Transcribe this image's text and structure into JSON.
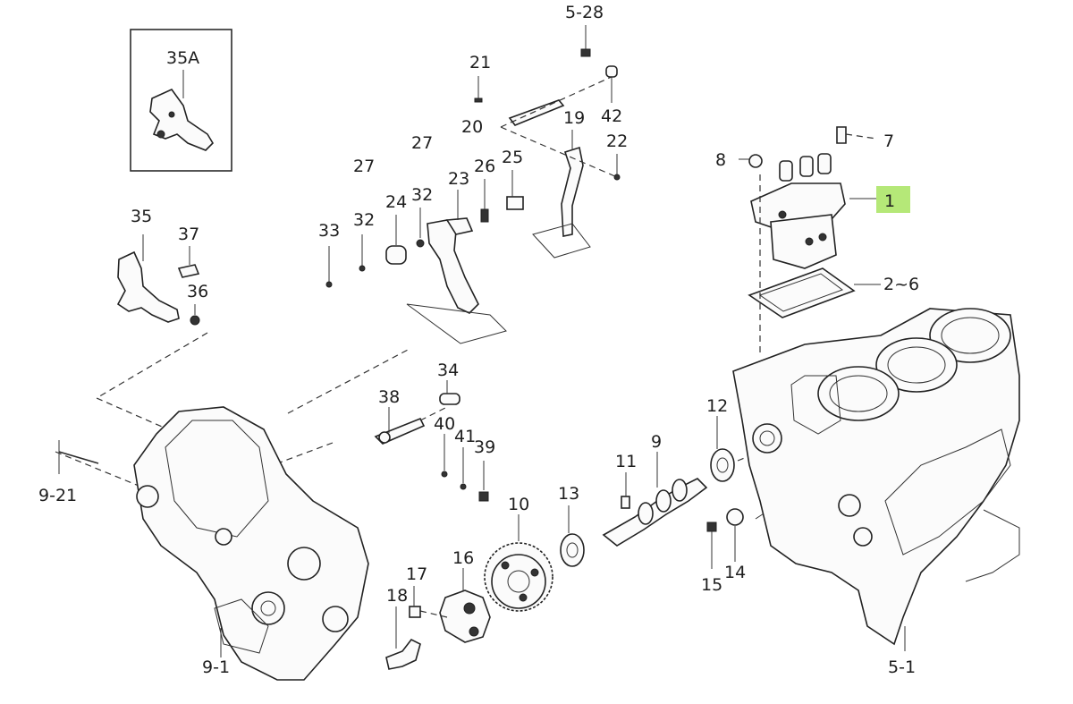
{
  "labels": {
    "l35A": "35A",
    "l35": "35",
    "l37": "37",
    "l36": "36",
    "l33": "33",
    "l32a": "32",
    "l27a": "27",
    "l24": "24",
    "l27b": "27",
    "l32b": "32",
    "l23": "23",
    "l26": "26",
    "l25": "25",
    "l21": "21",
    "l20": "20",
    "l19": "19",
    "l22": "22",
    "l42": "42",
    "l528": "5-28",
    "l8": "8",
    "l7": "7",
    "l1": "1",
    "l26b": "2~6",
    "l34": "34",
    "l38": "38",
    "l40": "40",
    "l41": "41",
    "l39": "39",
    "l12": "12",
    "l11": "11",
    "l9": "9",
    "l13": "13",
    "l10": "10",
    "l16": "16",
    "l17": "17",
    "l18": "18",
    "l15": "15",
    "l14": "14",
    "l921": "9-21",
    "l91": "9-1",
    "l51": "5-1"
  },
  "colors": {
    "highlight": "#b5e878",
    "ink": "#1e1e1e"
  }
}
